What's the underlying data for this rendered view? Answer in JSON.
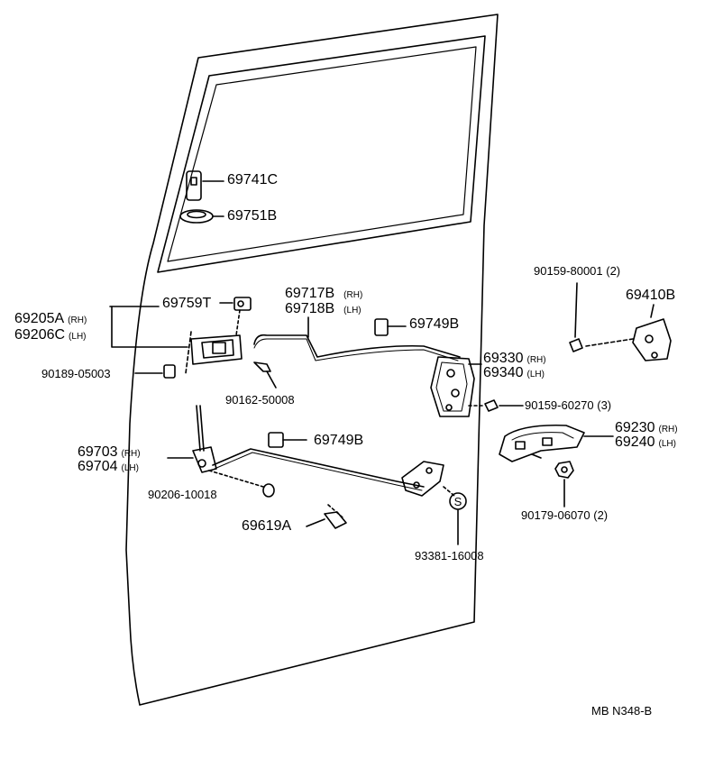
{
  "diagram_code": "MB N348-B",
  "parts": {
    "p69741C": "69741C",
    "p69751B": "69751B",
    "p69205A": "69205A",
    "p69205A_side": "(RH)",
    "p69206C": "69206C",
    "p69206C_side": "(LH)",
    "p69759T": "69759T",
    "p90189": "90189-05003",
    "p90162": "90162-50008",
    "p69717B": "69717B",
    "p69717B_side": "(RH)",
    "p69718B": "69718B",
    "p69718B_side": "(LH)",
    "p69749B_upper": "69749B",
    "p90159_80001": "90159-80001 (2)",
    "p69410B": "69410B",
    "p69330": "69330",
    "p69330_side": "(RH)",
    "p69340": "69340",
    "p69340_side": "(LH)",
    "p90159_60270": "90159-60270 (3)",
    "p69230": "69230",
    "p69230_side": "(RH)",
    "p69240": "69240",
    "p69240_side": "(LH)",
    "p69703": "69703",
    "p69703_side": "(RH)",
    "p69704": "69704",
    "p69704_side": "(LH)",
    "p69749B_lower": "69749B",
    "p90206": "90206-10018",
    "p69619A": "69619A",
    "p93381": "93381-16008",
    "p90179": "90179-06070 (2)"
  },
  "s_marker": "S"
}
